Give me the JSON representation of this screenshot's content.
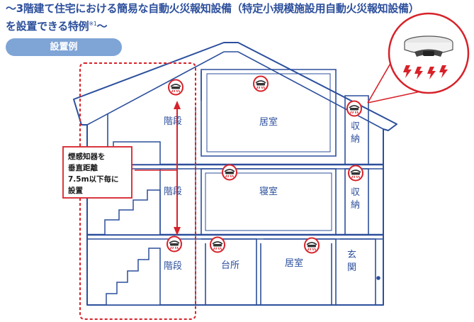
{
  "title": {
    "line1": "〜3階建て住宅における簡易な自動火災報知設備（特定小規模施設用自動火災報知設備）",
    "line2_main": "を設置できる特例",
    "line2_sup": "※1",
    "line2_tail": "〜"
  },
  "badge": "設置例",
  "rooms": {
    "stairs_3f": "階段",
    "living_3f": "居室",
    "storage_3f_1": "収",
    "storage_3f_2": "納",
    "stairs_2f": "階段",
    "bedroom_2f": "寝室",
    "storage_2f_1": "収",
    "storage_2f_2": "納",
    "stairs_1f": "階段",
    "kitchen_1f": "台所",
    "living_1f": "居室",
    "entrance_1f_1": "玄",
    "entrance_1f_2": "関"
  },
  "note": {
    "line1": "煙感知器を",
    "line2": "垂直距離",
    "line3": "7.5m以下毎に",
    "line4": "設置"
  },
  "colors": {
    "outline": "#2c4f9c",
    "accent": "#d7222a",
    "badge": "#7fa4d6"
  }
}
